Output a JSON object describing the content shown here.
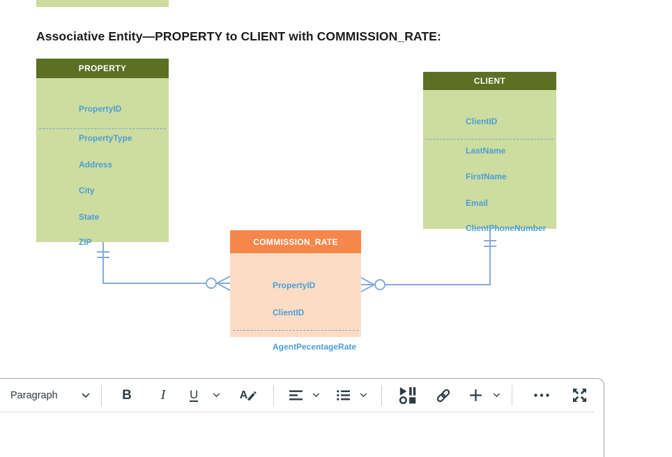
{
  "diagram": {
    "heading": "Associative Entity—PROPERTY to CLIENT with COMMISSION_RATE:",
    "entities": {
      "property": {
        "title": "PROPERTY",
        "fields": [
          "PropertyID",
          "PropertyType",
          "Address",
          "City",
          "State",
          "ZIP"
        ],
        "header_color": "#5b7023",
        "body_color": "#cddc9f"
      },
      "client": {
        "title": "CLIENT",
        "fields": [
          "ClientID",
          "LastName",
          "FirstName",
          "Email",
          "ClientPhoneNumber"
        ],
        "header_color": "#5b7023",
        "body_color": "#cddc9f"
      },
      "commission_rate": {
        "title": "COMMISSION_RATE",
        "fields": [
          "PropertyID",
          "ClientID",
          "AgentPecentageRate"
        ],
        "header_color": "#f6874b",
        "body_color": "#fcdcc5"
      }
    },
    "relationships": [
      {
        "from": "PROPERTY",
        "to": "COMMISSION_RATE",
        "from_notation": "one-and-only-one",
        "to_notation": "zero-or-many"
      },
      {
        "from": "CLIENT",
        "to": "COMMISSION_RATE",
        "from_notation": "one-and-only-one",
        "to_notation": "zero-or-many"
      }
    ],
    "colors": {
      "field_text": "#4a9fd6",
      "connector": "#84aadb",
      "green_header": "#5b7023",
      "green_body": "#cddc9f",
      "orange_header": "#f6874b",
      "orange_body": "#fcdcc5"
    }
  },
  "editor": {
    "toolbar": {
      "paragraph_label": "Paragraph",
      "bold_label": "B",
      "italic_label": "I",
      "underline_label": "U",
      "color_label": "A"
    }
  }
}
